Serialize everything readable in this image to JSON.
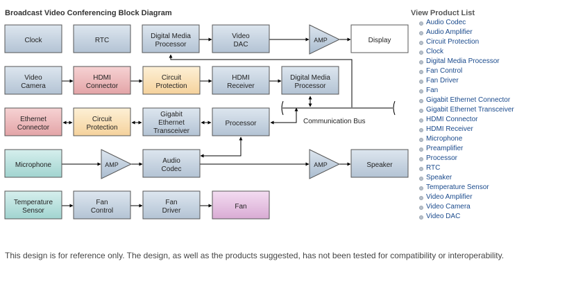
{
  "title": "Broadcast Video Conferencing Block Diagram",
  "blocks": {
    "clock": "Clock",
    "rtc": "RTC",
    "dmp_top": [
      "Digital Media",
      "Processor"
    ],
    "video_dac": [
      "Video",
      "DAC"
    ],
    "amp_video": "AMP",
    "display": "Display",
    "video_camera": [
      "Video",
      "Camera"
    ],
    "hdmi_connector": [
      "HDMI",
      "Connector"
    ],
    "circuit_protection_hdmi": [
      "Circuit",
      "Protection"
    ],
    "hdmi_receiver": [
      "HDMI",
      "Receiver"
    ],
    "dmp_mid": [
      "Digital Media",
      "Processor"
    ],
    "ethernet_connector": [
      "Ethernet",
      "Connector"
    ],
    "circuit_protection_eth": [
      "Circuit",
      "Protection"
    ],
    "gigabit_transceiver": [
      "Gigabit",
      "Ethernet",
      "Transceiver"
    ],
    "processor": "Processor",
    "communication_bus": "Communication Bus",
    "microphone": "Microphone",
    "amp_mic": "AMP",
    "audio_codec": [
      "Audio",
      "Codec"
    ],
    "amp_speaker": "AMP",
    "speaker": "Speaker",
    "temperature_sensor": [
      "Temperature",
      "Sensor"
    ],
    "fan_control": [
      "Fan",
      "Control"
    ],
    "fan_driver": [
      "Fan",
      "Driver"
    ],
    "fan": "Fan"
  },
  "colors": {
    "blue_block": "#c7d3e0",
    "red_block": "#eab7b9",
    "orange_block": "#f8dfb5",
    "teal_block": "#b7e0dd",
    "purple_block": "#e6c2e2",
    "white_block": "#ffffff"
  },
  "products": {
    "heading": "View Product List",
    "items": [
      "Audio Codec",
      "Audio Amplifier",
      "Circuit Protection",
      "Clock",
      "Digital Media Processor",
      "Fan Control",
      "Fan Driver",
      "Fan",
      "Gigabit Ethernet Connector",
      "Gigabit Ethernet Transceiver",
      "HDMI Connector",
      "HDMI Receiver",
      "Microphone",
      "Preamplifier",
      "Processor",
      "RTC",
      "Speaker",
      "Temperature Sensor",
      "Video Amplifier",
      "Video Camera",
      "Video DAC"
    ]
  },
  "disclaimer": "This design is for reference only. The design, as well as the products suggested, has not been tested for compatibility or interoperability."
}
